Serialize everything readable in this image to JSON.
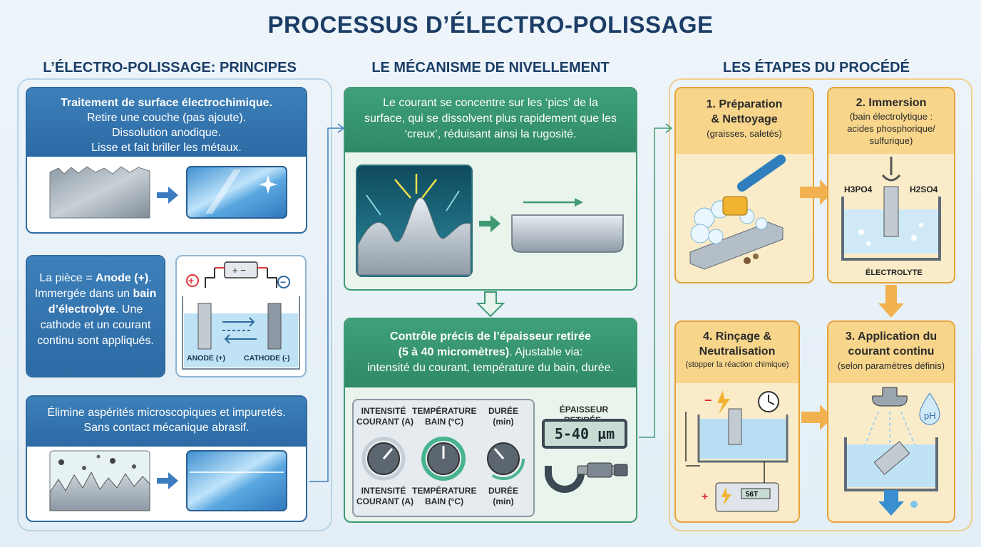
{
  "title": "PROCESSUS D’ÉLECTRO-POLISSAGE",
  "columns": {
    "left": "L’ÉLECTRO-POLISSAGE: PRINCIPES",
    "middle": "LE MÉCANISME DE NIVELLEMENT",
    "right": "LES ÉTAPES DU PROCÉDÉ"
  },
  "principles": {
    "card1": {
      "heading": "Traitement de surface électrochimique.",
      "line1": "Retire une couche (pas ajoute).",
      "line2": "Dissolution anodique.",
      "line3": "Lisse et fait briller les métaux."
    },
    "card2": {
      "text_a": "La pièce = ",
      "text_b": "Anode (+)",
      "text_c": ". Immergée dans un ",
      "text_d": "bain d’électrolyte",
      "text_e": ". Une cathode et un courant continu sont appliqués.",
      "anode_label": "ANODE (+)",
      "cathode_label": "CATHODE (-)",
      "plus": "+",
      "minus": "−"
    },
    "card3": {
      "line1": "Élimine aspérités microscopiques et impuretés.",
      "line2": "Sans contact mécanique abrasif."
    }
  },
  "mechanism": {
    "text": "Le courant se concentre sur les ‘pics’ de la surface, qui se dissolvent plus rapidement que les ‘creux’, réduisant ainsi la rugosité.",
    "control_heading": "Contrôle précis de l’épaisseur retirée",
    "control_range": "(5 à 40 micromètres)",
    "control_adjust": ". Ajustable via:",
    "control_params": "intensité du courant, température du bain, durée.",
    "knobs": [
      {
        "top": "INTENSITÉ\nCOURANT (A)",
        "bottom": "INTENSITÉ\nCOURANT (A)"
      },
      {
        "top": "TEMPÉRATURE\nBAIN (°C)",
        "bottom": "TEMPÉRATURE\nBAIN (°C)"
      },
      {
        "top": "DURÉE\n(min)",
        "bottom": "DURÉE\n(min)"
      }
    ],
    "thickness_label": "ÉPAISSEUR RETIRÉE:",
    "thickness_value": "5-40 µm"
  },
  "steps": [
    {
      "title": "1. Préparation\n& Nettoyage",
      "sub": "(graisses, saletés)"
    },
    {
      "title": "2. Immersion",
      "sub": "(bain électrolytique :\nacides phosphorique/\nsulfurique)",
      "label": "ÉLECTROLYTE",
      "acid1": "H3PO4",
      "acid2": "H2SO4"
    },
    {
      "title": "3. Application du\ncourant continu",
      "sub": "(selon paramètres définis)",
      "ph": "pH"
    },
    {
      "title": "4. Rinçage &\nNeutralisation",
      "sub": "(stopper la réaction chimique)",
      "psu": "56T",
      "minus": "−",
      "plus": "+"
    }
  ],
  "colors": {
    "blue": "#2f6aa0",
    "green": "#3f9a72",
    "orange": "#e8a23a",
    "title": "#1b3d66"
  }
}
